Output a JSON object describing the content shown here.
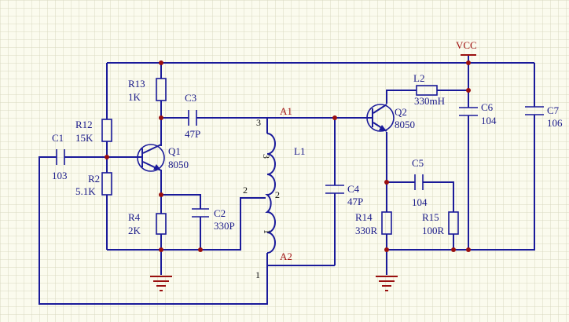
{
  "components": {
    "R13": {
      "ref": "R13",
      "value": "1K"
    },
    "R12": {
      "ref": "R12",
      "value": "15K"
    },
    "R2": {
      "ref": "R2",
      "value": "5.1K"
    },
    "R4": {
      "ref": "R4",
      "value": "2K"
    },
    "C1": {
      "ref": "C1",
      "value": "103"
    },
    "C2": {
      "ref": "C2",
      "value": "330P"
    },
    "C3": {
      "ref": "C3",
      "value": "47P"
    },
    "C4": {
      "ref": "C4",
      "value": "47P"
    },
    "C5": {
      "ref": "C5",
      "value": "104"
    },
    "C6": {
      "ref": "C6",
      "value": "104"
    },
    "C7": {
      "ref": "C7",
      "value": "106"
    },
    "Q1": {
      "ref": "Q1",
      "value": "8050"
    },
    "Q2": {
      "ref": "Q2",
      "value": "8050"
    },
    "L1": {
      "ref": "L1"
    },
    "L2": {
      "ref": "L2",
      "value": "330mH"
    },
    "R14": {
      "ref": "R14",
      "value": "330R"
    },
    "R15": {
      "ref": "R15",
      "value": "100R"
    }
  },
  "nets": {
    "a1": "A1",
    "a2": "A2",
    "vcc": "VCC"
  },
  "pins": {
    "l1_pin3": "3",
    "l1_pin2": "2",
    "l1_pin1": "1",
    "coil_3": "3",
    "coil_2": "2",
    "coil_1": "1"
  },
  "colors": {
    "wire": "#1a1a9a",
    "net_label": "#a01010",
    "grid": "#d8d8c0",
    "background": "#fbfbee"
  }
}
